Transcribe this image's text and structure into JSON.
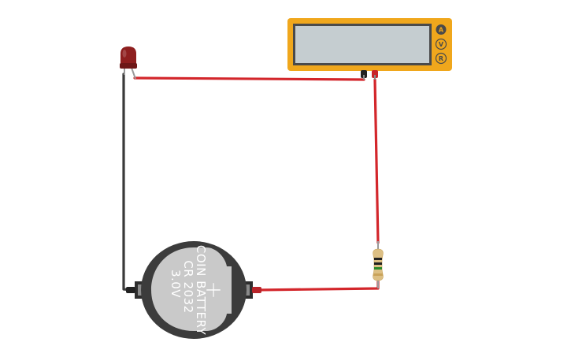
{
  "colors": {
    "wire_red": "#d3262b",
    "wire_black": "#3a3a3a",
    "multimeter_body": "#f0a71c",
    "multimeter_screen": "#c5cdd0",
    "led_red": "#8e1f1f",
    "battery_dark": "#3c3c3c",
    "battery_face": "#c9c9c9"
  },
  "multimeter": {
    "modes": [
      "A",
      "V",
      "R"
    ],
    "active_mode_index": 0,
    "reading": ""
  },
  "battery": {
    "label_line1": "COIN BATTERY",
    "label_line2": "CR 2032",
    "label_line3": "3.0V",
    "polarity": "+"
  },
  "resistor": {
    "band_colors": [
      "#222222",
      "#222222",
      "#2a8a2a",
      "#c9a35a"
    ]
  },
  "components": [
    "led",
    "multimeter",
    "resistor",
    "coin-battery"
  ]
}
